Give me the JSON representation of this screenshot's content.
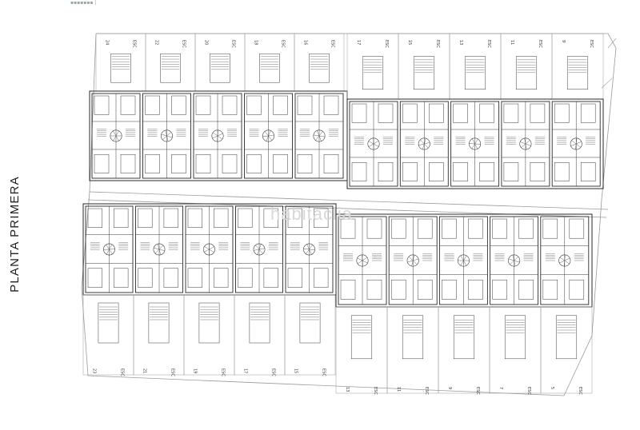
{
  "title": "PLANTA PRIMERA",
  "header_mark": "▪▪▪▪▪▪▪ |",
  "watermark": "habitaclia",
  "blocks": {
    "north_left": {
      "unit_labels": [
        "24",
        "22",
        "20",
        "18",
        "16"
      ],
      "tag": "ESC"
    },
    "north_right": {
      "unit_labels": [
        "17",
        "15",
        "13",
        "11",
        "9"
      ],
      "tag": "ESC"
    },
    "south_left": {
      "unit_labels": [
        "23",
        "21",
        "19",
        "17",
        "15"
      ],
      "tag": "ESC"
    },
    "south_right": {
      "unit_labels": [
        "13",
        "11",
        "9",
        "7",
        "5"
      ],
      "tag": "ESC"
    }
  },
  "colors": {
    "line": "#3a3a3a",
    "light_line": "#9a9a9a",
    "wall": "#2a2a2a"
  }
}
